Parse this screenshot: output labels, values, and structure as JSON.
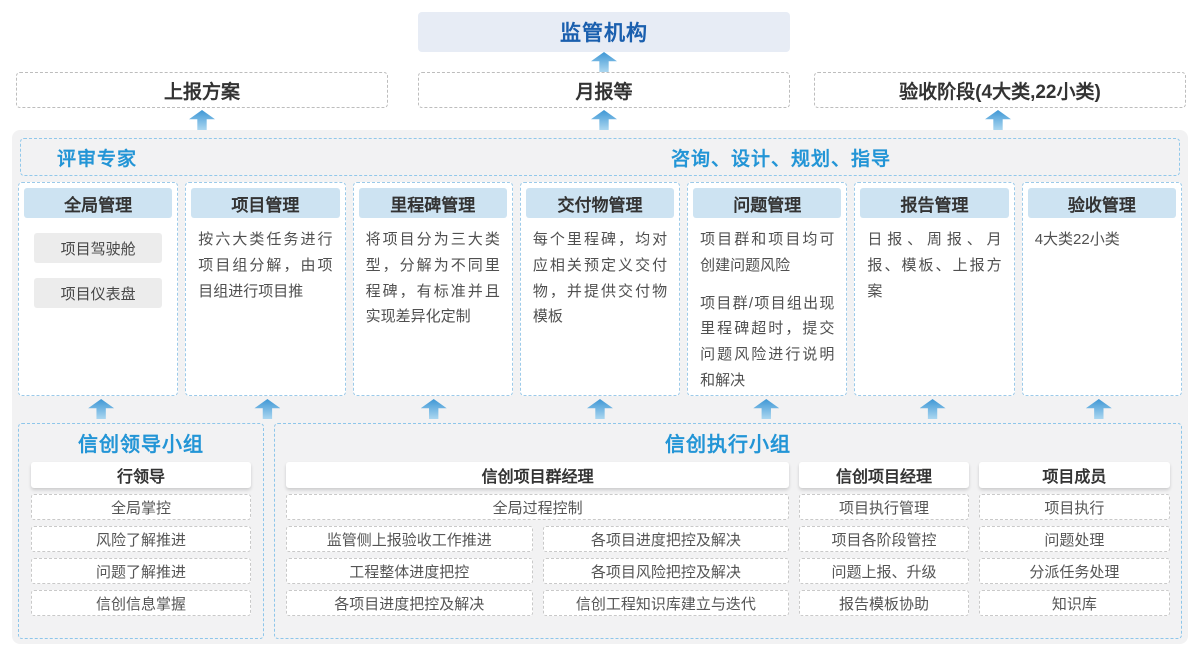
{
  "colors": {
    "accent_blue": "#2395d6",
    "dark_blue": "#1a5fae",
    "column_header_bg": "#cde3f2",
    "panel_bg": "#f2f2f3",
    "dashed_blue_border": "#92c8ea",
    "dashed_gray_border": "#bdbdbd",
    "arrow_gradient_top": "#3e97d5",
    "arrow_gradient_bottom": "#abd7f0"
  },
  "top": {
    "regulator_label": "监管机构",
    "outputs": [
      {
        "label": "上报方案"
      },
      {
        "label": "月报等"
      },
      {
        "label": "验收阶段(4大类,22小类)"
      }
    ]
  },
  "panel": {
    "experts_label": "评审专家",
    "guidance_label": "咨询、设计、规划、指导",
    "columns": [
      {
        "title": "全局管理",
        "items": [
          "项目驾驶舱",
          "项目仪表盘"
        ]
      },
      {
        "title": "项目管理",
        "paragraphs": [
          "按六大类任务进行项目组分解，由项目组进行项目推"
        ]
      },
      {
        "title": "里程碑管理",
        "paragraphs": [
          "将项目分为三大类型，分解为不同里程碑，有标准并且实现差异化定制"
        ]
      },
      {
        "title": "交付物管理",
        "paragraphs": [
          "每个里程碑，均对应相关预定义交付物，并提供交付物模板"
        ]
      },
      {
        "title": "问题管理",
        "paragraphs": [
          "项目群和项目均可创建问题风险",
          "项目群/项目组出现里程碑超时，提交问题风险进行说明和解决"
        ]
      },
      {
        "title": "报告管理",
        "paragraphs": [
          "日报、周报、月报、模板、上报方案"
        ]
      },
      {
        "title": "验收管理",
        "paragraphs": [
          "4大类22小类"
        ]
      }
    ]
  },
  "groups": {
    "leader": {
      "title": "信创领导小组",
      "role": "行领导",
      "items": [
        "全局掌控",
        "风险了解推进",
        "问题了解推进",
        "信创信息掌握"
      ]
    },
    "executor": {
      "title": "信创执行小组",
      "program_manager": {
        "role": "信创项目群经理",
        "full_width_item": "全局过程控制",
        "left_items": [
          "监管侧上报验收工作推进",
          "工程整体进度把控",
          "各项目进度把控及解决"
        ],
        "right_items": [
          "各项目进度把控及解决",
          "各项目风险把控及解决",
          "信创工程知识库建立与迭代"
        ]
      },
      "project_manager": {
        "role": "信创项目经理",
        "items": [
          "项目执行管理",
          "项目各阶段管控",
          "问题上报、升级",
          "报告模板协助"
        ]
      },
      "members": {
        "role": "项目成员",
        "items": [
          "项目执行",
          "问题处理",
          "分派任务处理",
          "知识库"
        ]
      }
    }
  }
}
